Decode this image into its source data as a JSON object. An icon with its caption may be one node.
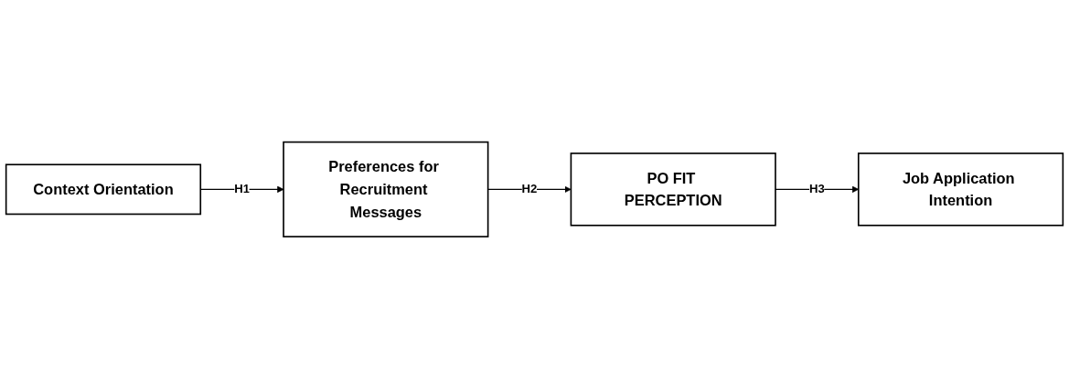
{
  "diagram": {
    "nodes": [
      {
        "text": [
          "Context Orientation"
        ]
      },
      {
        "text": [
          "Preferences for Recruitment Messages"
        ]
      },
      {
        "text": [
          "PO FIT PERCEPTION"
        ]
      },
      {
        "text": [
          "Job Application Intention"
        ]
      }
    ],
    "edges": [
      {
        "from": 0,
        "to": 1,
        "arrow": "to",
        "label": "H1"
      },
      {
        "from": 1,
        "to": 2,
        "arrow": "to",
        "label": "H2"
      },
      {
        "from": 2,
        "to": 3,
        "arrow": "to",
        "label": "H3"
      }
    ]
  }
}
